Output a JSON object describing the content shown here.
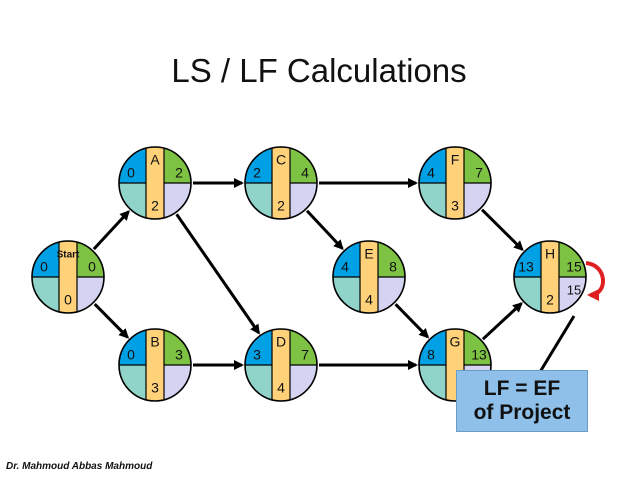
{
  "title": "LS / LF Calculations",
  "footer": "Dr. Mahmoud Abbas Mahmoud",
  "callout": {
    "line1": "LF = EF",
    "line2": "of Project"
  },
  "colors": {
    "q_top_left": "#00a0e4",
    "q_top_right": "#7dc242",
    "q_bottom_left": "#8fd3c9",
    "q_bottom_right": "#d4d4f2",
    "center_strip": "#ffd27a",
    "arrow": "#000000",
    "red_arrow": "#e02020",
    "callout_bg": "#8ec0ea"
  },
  "nodes": [
    {
      "id": "start",
      "name": "Start",
      "es": "0",
      "ef": "0",
      "dur": "0",
      "lf": ""
    },
    {
      "id": "A",
      "name": "A",
      "es": "0",
      "ef": "2",
      "dur": "2",
      "lf": ""
    },
    {
      "id": "B",
      "name": "B",
      "es": "0",
      "ef": "3",
      "dur": "3",
      "lf": ""
    },
    {
      "id": "C",
      "name": "C",
      "es": "2",
      "ef": "4",
      "dur": "2",
      "lf": ""
    },
    {
      "id": "D",
      "name": "D",
      "es": "3",
      "ef": "7",
      "dur": "4",
      "lf": ""
    },
    {
      "id": "E",
      "name": "E",
      "es": "4",
      "ef": "8",
      "dur": "4",
      "lf": ""
    },
    {
      "id": "F",
      "name": "F",
      "es": "4",
      "ef": "7",
      "dur": "3",
      "lf": ""
    },
    {
      "id": "G",
      "name": "G",
      "es": "8",
      "ef": "13",
      "dur": "",
      "lf": ""
    },
    {
      "id": "H",
      "name": "H",
      "es": "13",
      "ef": "15",
      "dur": "2",
      "lf": "15"
    }
  ],
  "edges": [
    [
      "start",
      "A"
    ],
    [
      "start",
      "B"
    ],
    [
      "A",
      "C"
    ],
    [
      "A",
      "D"
    ],
    [
      "B",
      "D"
    ],
    [
      "C",
      "E"
    ],
    [
      "C",
      "F"
    ],
    [
      "E",
      "G"
    ],
    [
      "D",
      "G"
    ],
    [
      "F",
      "H"
    ],
    [
      "G",
      "H"
    ]
  ]
}
